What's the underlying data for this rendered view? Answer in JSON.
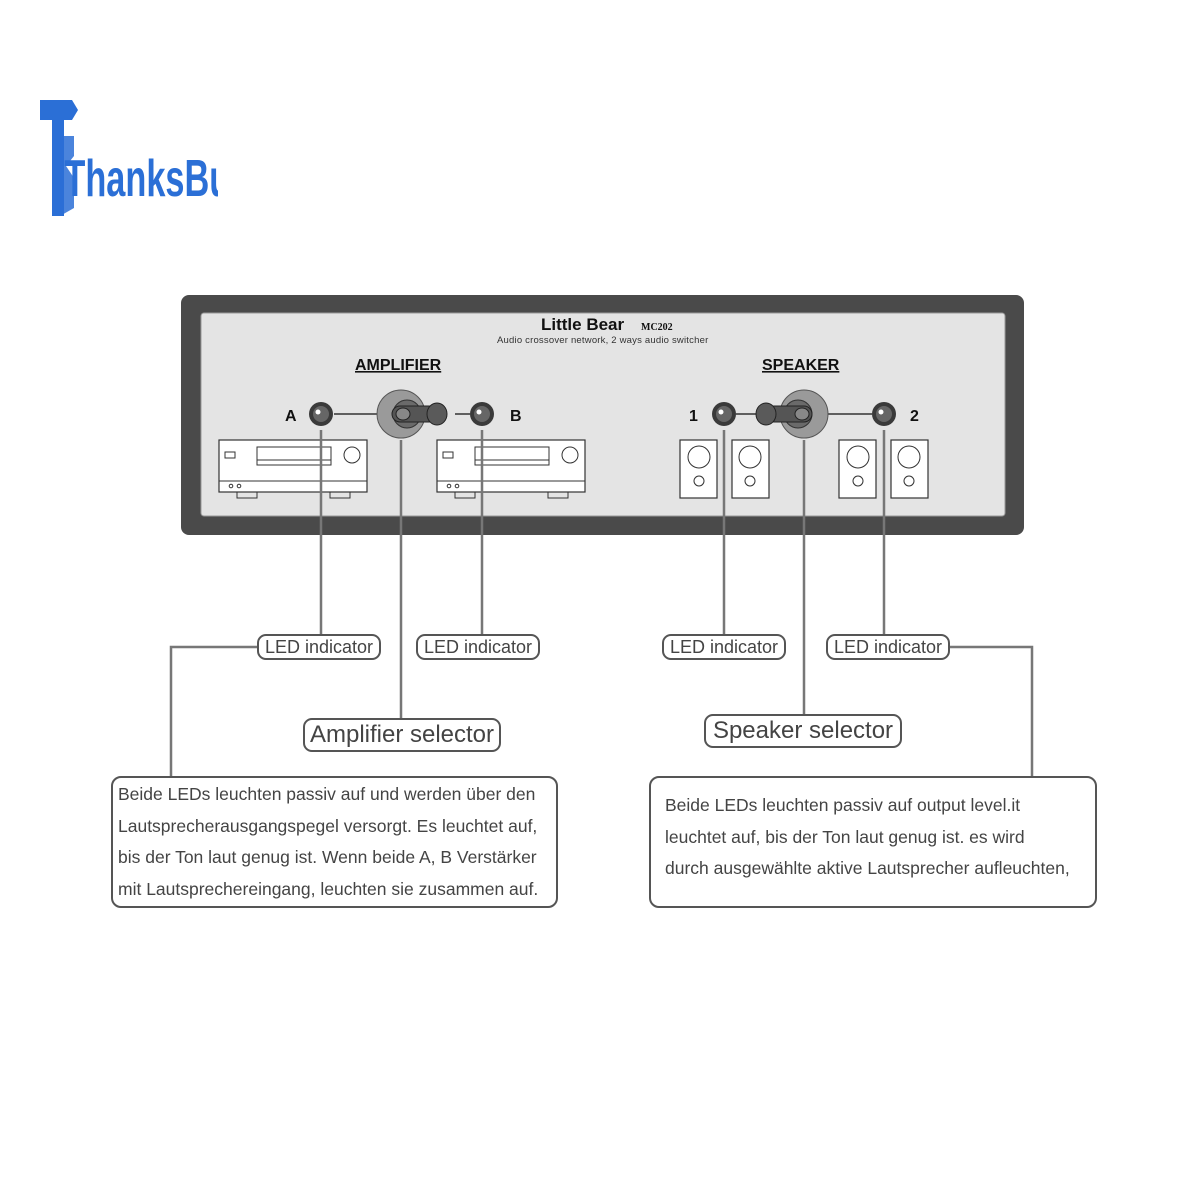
{
  "brand": {
    "name": "ThanksBuyer",
    "color": "#2b6fd6"
  },
  "device": {
    "title": "Little Bear",
    "model": "MC202",
    "subtitle": "Audio crossover network, 2 ways audio switcher",
    "amplifier_label": "AMPLIFIER",
    "speaker_label": "SPEAKER",
    "amp_channel_a": "A",
    "amp_channel_b": "B",
    "spk_channel_1": "1",
    "spk_channel_2": "2"
  },
  "callouts": {
    "led_amp_a": "LED indicator",
    "led_amp_b": "LED indicator",
    "led_spk_1": "LED indicator",
    "led_spk_2": "LED indicator",
    "amplifier_selector": "Amplifier selector",
    "speaker_selector": "Speaker selector"
  },
  "notes": {
    "amplifier": [
      "Beide LEDs leuchten passiv auf und werden über den",
      "Lautsprecherausgangspegel versorgt. Es leuchtet auf,",
      "bis der Ton laut genug ist. Wenn beide A, B Verstärker",
      "mit Lautsprechereingang, leuchten sie zusammen auf."
    ],
    "speaker": [
      "Beide LEDs leuchten passiv auf output level.it",
      "leuchtet auf, bis der Ton laut genug ist. es wird",
      "durch ausgewählte aktive Lautsprecher aufleuchten,"
    ]
  },
  "colors": {
    "frame": "#4a4a4a",
    "panel": "#e4e4e4",
    "line": "#777777"
  }
}
